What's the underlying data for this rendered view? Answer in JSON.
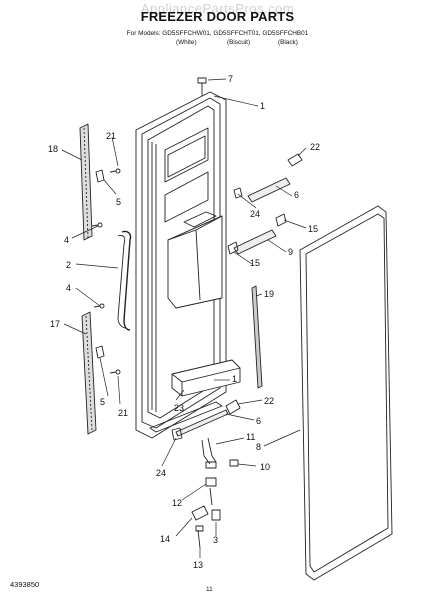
{
  "watermark": "AppliancePartsPros.com",
  "title": "FREEZER DOOR PARTS",
  "models": "For Models: GD5SFFCHW01, GD5SFFCHT01, GD5SFFCHB01",
  "colors": [
    "(White)",
    "(Biscuit)",
    "(Black)"
  ],
  "callouts": [
    "7",
    "1",
    "21",
    "18",
    "22",
    "5",
    "6",
    "24",
    "15",
    "4",
    "9",
    "2",
    "15",
    "19",
    "4",
    "17",
    "1",
    "5",
    "21",
    "23",
    "22",
    "6",
    "11",
    "8",
    "24",
    "10",
    "12",
    "14",
    "3",
    "13"
  ],
  "footer_code": "4393850",
  "page_number": "11"
}
